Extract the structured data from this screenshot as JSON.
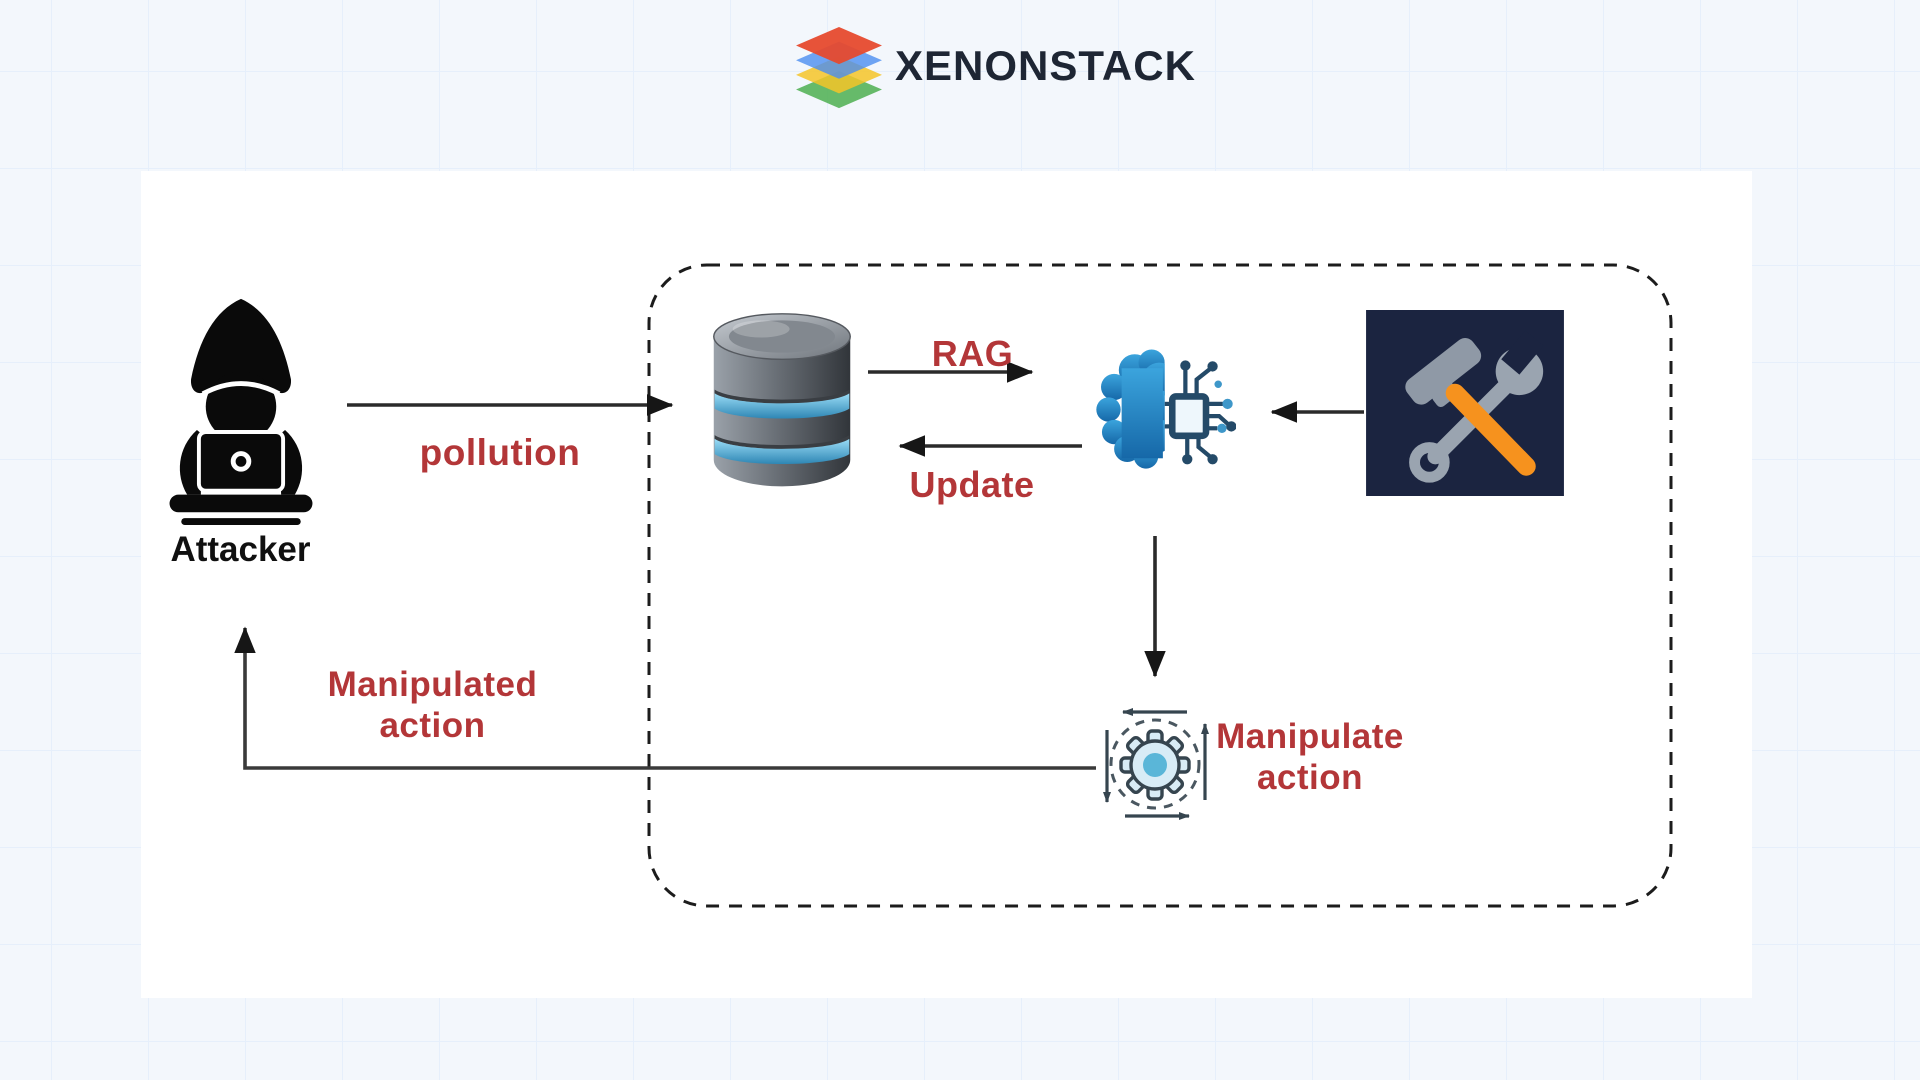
{
  "header": {
    "brand": "XENONSTACK"
  },
  "diagram": {
    "attacker": {
      "label": "Attacker",
      "icon": "hooded-hacker-laptop-icon"
    },
    "knowledge_base": {
      "icon": "database-cylinder-icon"
    },
    "ai_model": {
      "icon": "brain-circuit-chip-icon"
    },
    "tools": {
      "icon": "hammer-wrench-tools-icon"
    },
    "action": {
      "icon": "gear-cycle-icon"
    },
    "edges": {
      "pollution": {
        "label": "pollution"
      },
      "rag": {
        "label": "RAG"
      },
      "update": {
        "label": "Update"
      },
      "manipulate_action": {
        "line1": "Manipulate",
        "line2": "action"
      },
      "manipulated_action": {
        "line1": "Manipulated",
        "line2": "action"
      }
    },
    "colors": {
      "label_red": "#b33638",
      "arrow_black": "#2b2b2b",
      "dashed_border": "#1c1c1c",
      "tools_bg": "#1b2440",
      "tool_orange": "#f6921e",
      "logo_red": "#e64a2e",
      "logo_blue": "#4b8df0",
      "logo_yellow": "#f4c428",
      "logo_green": "#4caf50",
      "brand_navy": "#1e2634"
    }
  }
}
